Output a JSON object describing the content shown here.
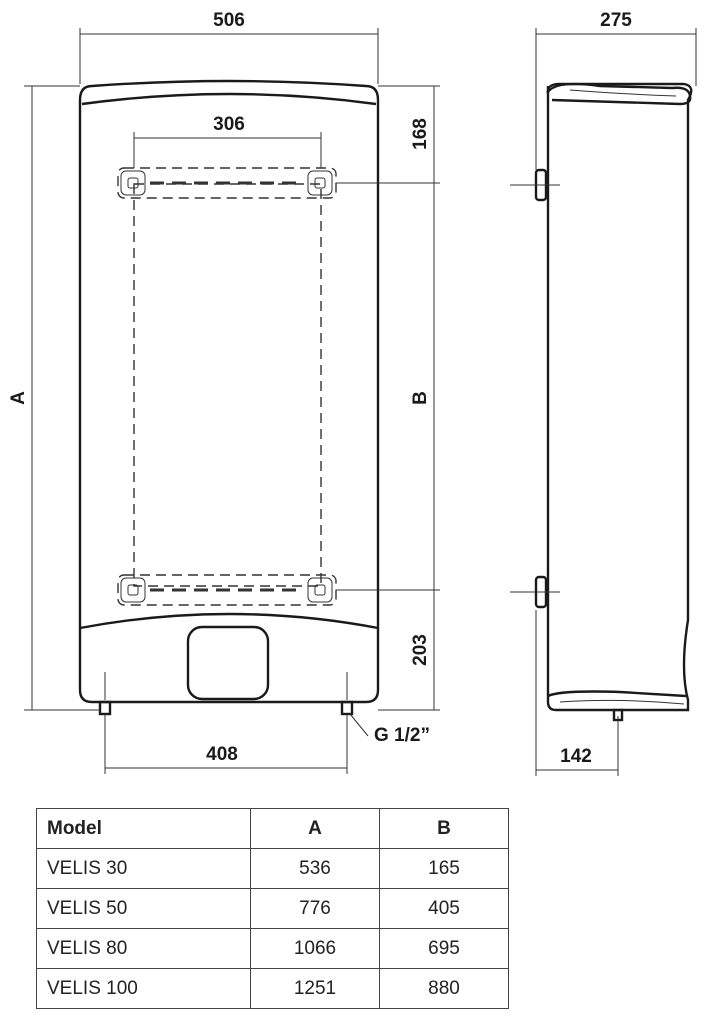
{
  "dimensions": {
    "width": "506",
    "depth": "275",
    "bracket_spacing": "306",
    "top_to_bracket": "168",
    "height_label": "A",
    "bracket_distance_label": "B",
    "bottom_to_bracket": "203",
    "pipe_spacing": "408",
    "pipe_to_wall": "142",
    "pipe_thread": "G 1/2”"
  },
  "table": {
    "headers": [
      "Model",
      "A",
      "B"
    ],
    "rows": [
      {
        "model": "VELIS 30",
        "a": "536",
        "b": "165"
      },
      {
        "model": "VELIS 50",
        "a": "776",
        "b": "405"
      },
      {
        "model": "VELIS 80",
        "a": "1066",
        "b": "695"
      },
      {
        "model": "VELIS 100",
        "a": "1251",
        "b": "880"
      }
    ]
  }
}
